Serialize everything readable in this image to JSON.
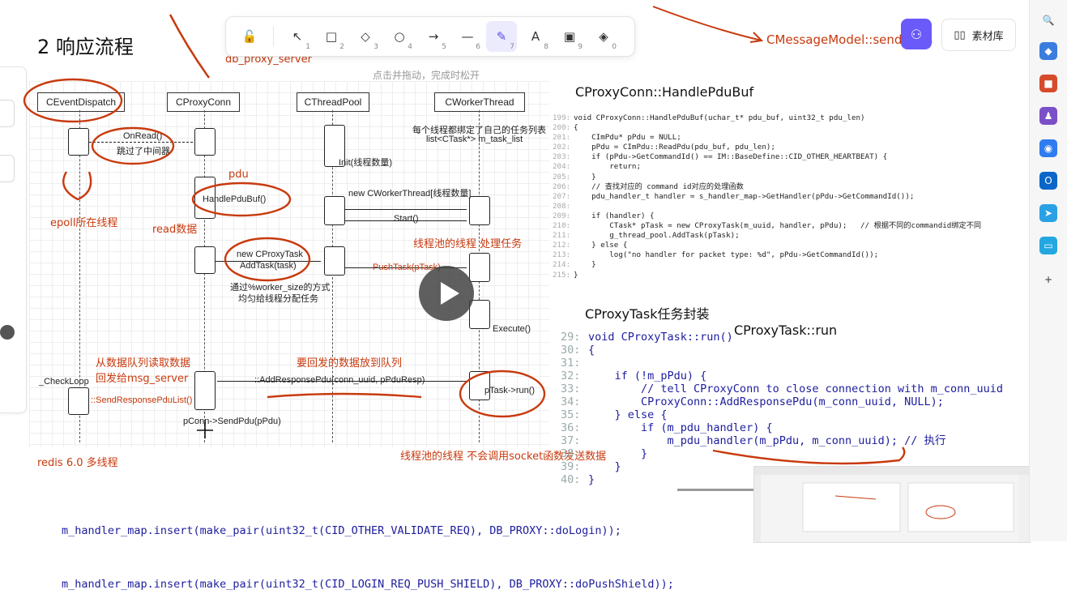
{
  "slide": {
    "title": "2 响应流程",
    "hint": "点击并拖动，完成时松开",
    "top_annotations": {
      "db_proxy_server": "db_proxy_server",
      "cmessage": "CMessageModel::sendMess"
    }
  },
  "toolbar": {
    "tools": [
      {
        "icon": "lock-icon",
        "glyph": "🔓",
        "sub": ""
      },
      {
        "icon": "select-arrow-icon",
        "glyph": "↖",
        "sub": "1"
      },
      {
        "icon": "rectangle-icon",
        "glyph": "□",
        "sub": "2"
      },
      {
        "icon": "diamond-icon",
        "glyph": "◇",
        "sub": "3"
      },
      {
        "icon": "circle-icon",
        "glyph": "○",
        "sub": "4"
      },
      {
        "icon": "arrow-icon",
        "glyph": "→",
        "sub": "5"
      },
      {
        "icon": "line-icon",
        "glyph": "—",
        "sub": "6"
      },
      {
        "icon": "pencil-icon",
        "glyph": "✎",
        "sub": "7"
      },
      {
        "icon": "text-icon",
        "glyph": "A",
        "sub": "8"
      },
      {
        "icon": "image-icon",
        "glyph": "▣",
        "sub": "9"
      },
      {
        "icon": "eraser-icon",
        "glyph": "◈",
        "sub": "0"
      }
    ],
    "active_index": 7
  },
  "top_right": {
    "library_label": "素材库"
  },
  "diagram": {
    "headers": [
      "CEventDispatch",
      "CProxyConn",
      "CThreadPool",
      "CWorkerThread"
    ],
    "labels": {
      "worker_bound": "每个线程都绑定了自己的任务列表",
      "worker_list": "list<CTask*> m_task_list",
      "onread": "OnRead()",
      "skip_mid": "跳过了中间器",
      "init_threads": "Init(线程数量)",
      "handle_pdu": "HandlePduBuf()",
      "new_worker": "new CWorkerThread[线程数量]",
      "start": "Start()",
      "new_proxytask": "new CProxyTask",
      "addtask": "AddTask(task)",
      "pushtask": "PushTask(pTask)",
      "worker_size1": "通过%worker_size的方式",
      "worker_size2": "均匀给线程分配任务",
      "execute": "Execute()",
      "checkloop": "_CheckLoop",
      "addresp": "::AddResponsePdu(conn_uuid, pPduResp)",
      "ptask_run": "pTask->run()",
      "sendresp": "::SendResponsePduList()",
      "sendpdu": "pConn->SendPdu(pPdu)"
    },
    "annotations": {
      "pdu": "pdu",
      "epoll": "epoll所在线程",
      "read": "read数据",
      "pool_process": "线程池的线程 处理任务",
      "from_queue1": "从数据队列读取数据",
      "from_queue2": "回发给msg_server",
      "to_queue": "要回发的数据放到队列",
      "redis": "redis 6.0 多线程",
      "no_socket": "线程池的线程 不会调用socket函数发送数据"
    }
  },
  "code_handlepdu": {
    "title": "CProxyConn::HandlePduBuf",
    "lines": [
      [
        "199:",
        "void CProxyConn::HandlePduBuf(uchar_t* pdu_buf, uint32_t pdu_len)"
      ],
      [
        "200:",
        "{"
      ],
      [
        "201:",
        "    CImPdu* pPdu = NULL;"
      ],
      [
        "202:",
        "    pPdu = CImPdu::ReadPdu(pdu_buf, pdu_len);"
      ],
      [
        "203:",
        "    if (pPdu->GetCommandId() == IM::BaseDefine::CID_OTHER_HEARTBEAT) {"
      ],
      [
        "204:",
        "        return;"
      ],
      [
        "205:",
        "    }"
      ],
      [
        "206:",
        "    // 查找对应的 command id对应的处理函数"
      ],
      [
        "207:",
        "    pdu_handler_t handler = s_handler_map->GetHandler(pPdu->GetCommandId());"
      ],
      [
        "208:",
        ""
      ],
      [
        "209:",
        "    if (handler) {"
      ],
      [
        "210:",
        "        CTask* pTask = new CProxyTask(m_uuid, handler, pPdu);   // 根据不同的commandid绑定不同"
      ],
      [
        "211:",
        "        g_thread_pool.AddTask(pTask);"
      ],
      [
        "212:",
        "    } else {"
      ],
      [
        "213:",
        "        log(\"no handler for packet type: %d\", pPdu->GetCommandId());"
      ],
      [
        "214:",
        "    }"
      ],
      [
        "215:",
        "}"
      ]
    ]
  },
  "code_proxytask": {
    "title": "CProxyTask任务封装",
    "subtitle": "CProxyTask::run",
    "lines": [
      [
        "29:",
        "void CProxyTask::run()"
      ],
      [
        "30:",
        "{"
      ],
      [
        "31:",
        ""
      ],
      [
        "32:",
        "    if (!m_pPdu) {"
      ],
      [
        "33:",
        "        // tell CProxyConn to close connection with m_conn_uuid"
      ],
      [
        "34:",
        "        CProxyConn::AddResponsePdu(m_conn_uuid, NULL);"
      ],
      [
        "35:",
        "    } else {"
      ],
      [
        "36:",
        "        if (m_pdu_handler) {"
      ],
      [
        "37:",
        "            m_pdu_handler(m_pPdu, m_conn_uuid); // 执行"
      ],
      [
        "38:",
        "        }"
      ],
      [
        "39:",
        "    }"
      ],
      [
        "40:",
        "}"
      ]
    ]
  },
  "code_map": {
    "lines": [
      "m_handler_map.insert(make_pair(uint32_t(CID_OTHER_VALIDATE_REQ), DB_PROXY::doLogin));",
      "m_handler_map.insert(make_pair(uint32_t(CID_LOGIN_REQ_PUSH_SHIELD), DB_PROXY::doPushShield));"
    ]
  },
  "sidebar": {
    "icons": [
      {
        "name": "search-icon",
        "glyph": "🔍",
        "color": "#f6f6f6",
        "fg": "#333"
      },
      {
        "name": "tag-icon",
        "glyph": "◆",
        "color": "#3b7ddd",
        "fg": "#fff"
      },
      {
        "name": "toolbox-icon",
        "glyph": "■",
        "color": "#d64b2a",
        "fg": "#fff"
      },
      {
        "name": "user-chess-icon",
        "glyph": "♟",
        "color": "#7b4fc7",
        "fg": "#fff"
      },
      {
        "name": "copilot-icon",
        "glyph": "◉",
        "color": "#2f7bf0",
        "fg": "#fff"
      },
      {
        "name": "outlook-icon",
        "glyph": "O",
        "color": "#0a67c9",
        "fg": "#fff"
      },
      {
        "name": "send-icon",
        "glyph": "➤",
        "color": "#2aa1e4",
        "fg": "#fff"
      },
      {
        "name": "bilibili-icon",
        "glyph": "▭",
        "color": "#23a7e0",
        "fg": "#fff"
      },
      {
        "name": "add-icon",
        "glyph": "+",
        "color": "#f6f6f6",
        "fg": "#333"
      }
    ]
  },
  "colors": {
    "accent": "#6a5af9",
    "annotation": "#c83a0e",
    "code_blue": "#1d1d9e"
  }
}
